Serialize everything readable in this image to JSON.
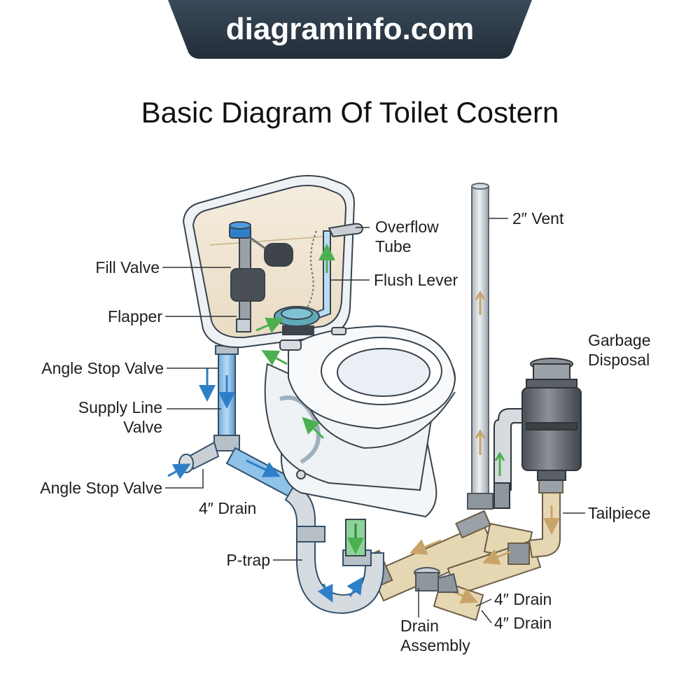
{
  "site": "diagraminfo.com",
  "title": "Basic Diagram Of Toilet Costern",
  "labels": {
    "fill_valve": "Fill Valve",
    "flapper": "Flapper",
    "angle_stop_valve_upper": "Angle Stop Valve",
    "supply_line_valve_1": "Supply Line",
    "supply_line_valve_2": "Valve",
    "angle_stop_valve_lower": "Angle Stop Valve",
    "drain_4in_left": "4″ Drain",
    "p_trap": "P-trap",
    "overflow_tube_1": "Overflow",
    "overflow_tube_2": "Tube",
    "flush_lever": "Flush Lever",
    "vent_2in": "2″ Vent",
    "garbage_disposal_1": "Garbage",
    "garbage_disposal_2": "Disposal",
    "tailpiece": "Tailpiece",
    "drain_4in_right_1": "4″ Drain",
    "drain_4in_right_2": "4″ Drain",
    "drain_assembly_1": "Drain",
    "drain_assembly_2": "Assembly"
  },
  "colors": {
    "banner": "#2c3a48",
    "supply_water": "#8fc3ea",
    "drain_pipe": "#e6d7b3",
    "vent_pipe": "#cfd4d8",
    "flow_green": "#4caf50",
    "flow_blue": "#2f7fc8",
    "flow_tan": "#c9a46a",
    "porcelain": "#f3f6f8"
  }
}
